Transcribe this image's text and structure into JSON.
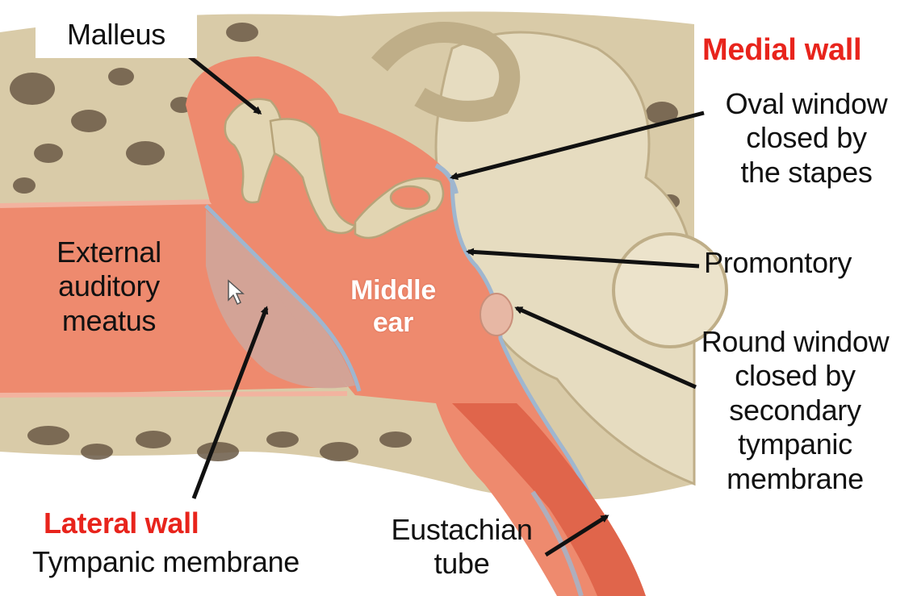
{
  "labels": {
    "malleus": "Malleus",
    "medial_wall": "Medial wall",
    "oval_window": [
      "Oval window",
      "closed by",
      "the stapes"
    ],
    "promontory": "Promontory",
    "round_window": [
      "Round window",
      "closed by",
      "secondary",
      "tympanic",
      "membrane"
    ],
    "external_meatus": [
      "External",
      "auditory",
      "meatus"
    ],
    "middle_ear": [
      "Middle",
      "ear"
    ],
    "lateral_wall": "Lateral wall",
    "tympanic_membrane": "Tympanic membrane",
    "eustachian_tube": [
      "Eustachian",
      "tube"
    ]
  },
  "colors": {
    "heading_red": "#e8241c",
    "bone": "#d9cba8",
    "bone_pore": "#6b5a46",
    "tissue": "#ee8a6e",
    "tissue_dark": "#d9593f",
    "membrane": "#cfa59a",
    "lining": "#9fb6cf"
  }
}
